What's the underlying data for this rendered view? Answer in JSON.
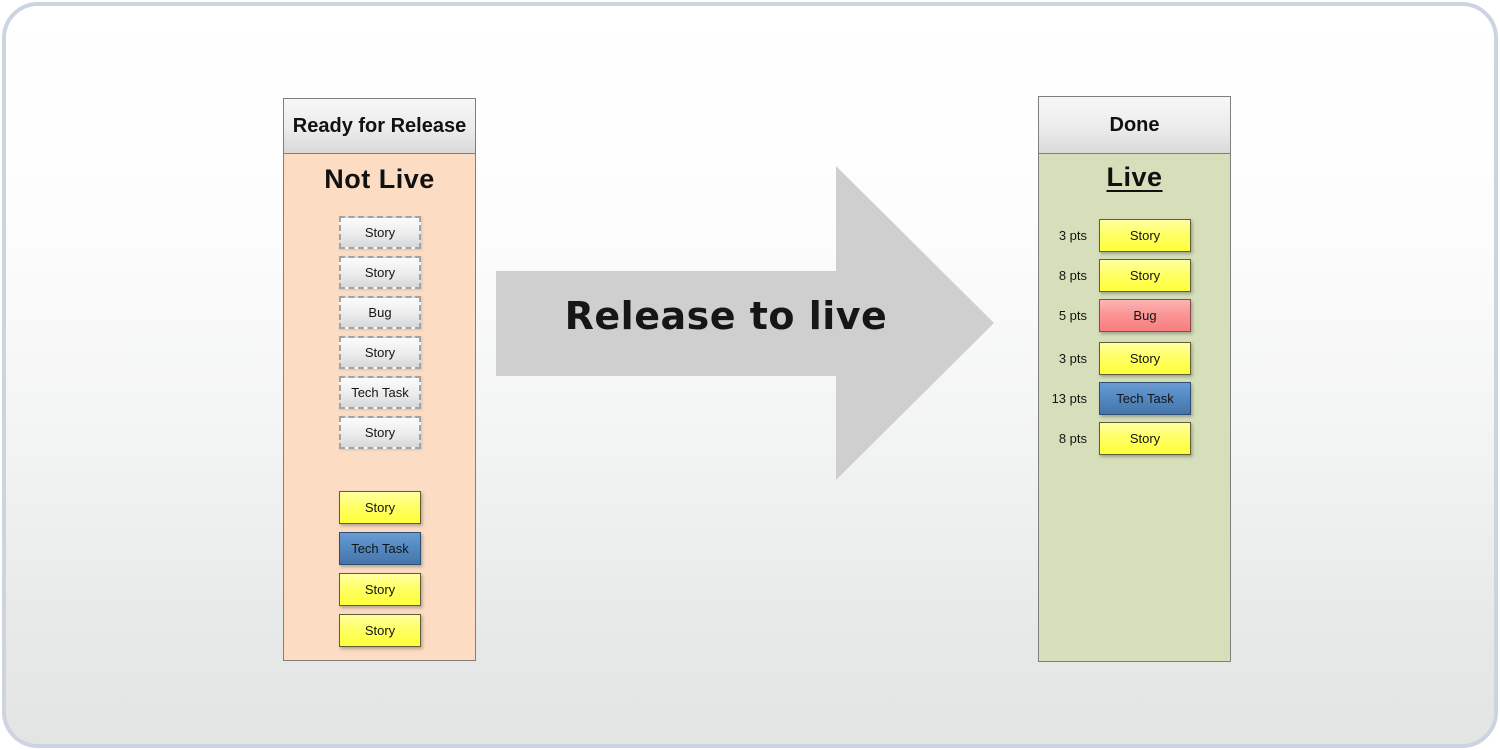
{
  "left_column": {
    "header": "Ready for Release",
    "title": "Not Live",
    "pending_cards": [
      {
        "label": "Story",
        "type": "pending"
      },
      {
        "label": "Story",
        "type": "pending"
      },
      {
        "label": "Bug",
        "type": "pending"
      },
      {
        "label": "Story",
        "type": "pending"
      },
      {
        "label": "Tech Task",
        "type": "pending"
      },
      {
        "label": "Story",
        "type": "pending"
      }
    ],
    "ready_cards": [
      {
        "label": "Story",
        "type": "story"
      },
      {
        "label": "Tech Task",
        "type": "tech"
      },
      {
        "label": "Story",
        "type": "story"
      },
      {
        "label": "Story",
        "type": "story"
      }
    ]
  },
  "arrow": {
    "label": "Release to live"
  },
  "right_column": {
    "header": "Done",
    "title": "Live",
    "cards": [
      {
        "points": "3 pts",
        "label": "Story",
        "type": "story"
      },
      {
        "points": "8 pts",
        "label": "Story",
        "type": "story"
      },
      {
        "points": "5 pts",
        "label": "Bug",
        "type": "bug"
      },
      {
        "points": "3 pts",
        "label": "Story",
        "type": "story"
      },
      {
        "points": "13 pts",
        "label": "Tech Task",
        "type": "tech"
      },
      {
        "points": "8 pts",
        "label": "Story",
        "type": "story"
      }
    ]
  },
  "colors": {
    "story_card": "#ffff66",
    "tech_card": "#4f81bd",
    "bug_card": "#f98f8f",
    "pending_card": "#e8e8e8",
    "left_body": "#fcdcc2",
    "right_body": "#d6dfba",
    "column_header_bg": "#e8e8e8",
    "arrow_fill": "#cfcfcf",
    "frame_border": "#ccd4e1"
  }
}
